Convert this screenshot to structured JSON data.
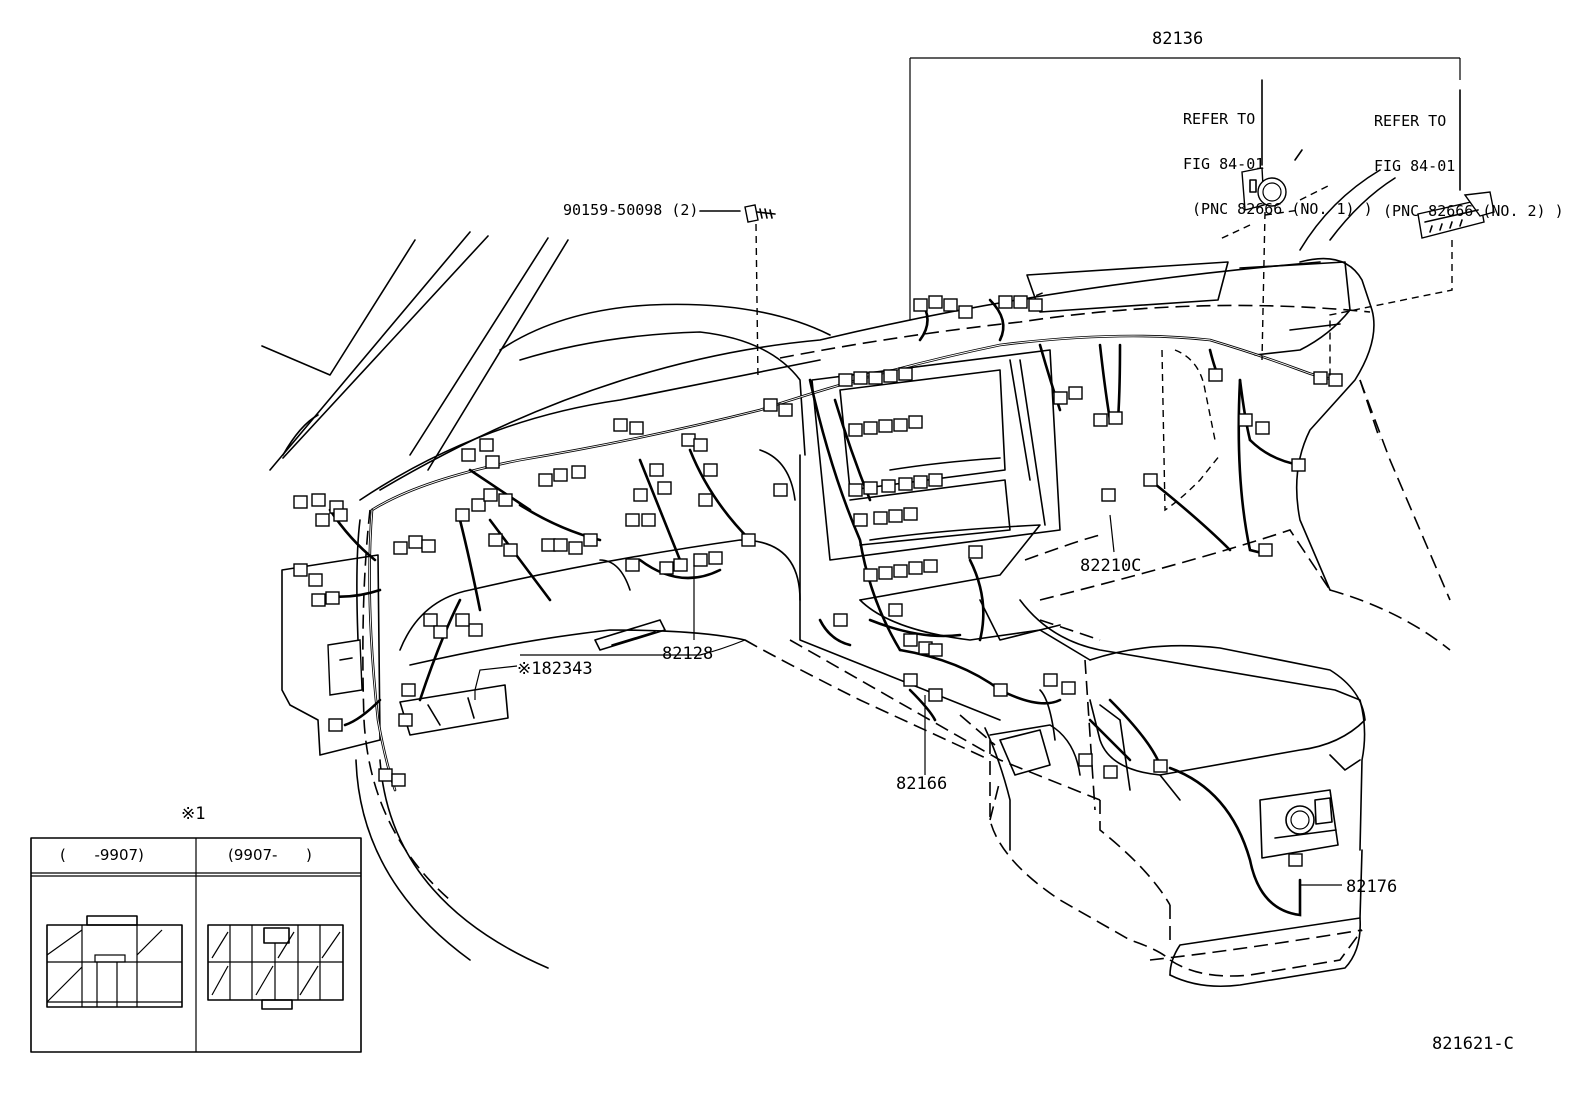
{
  "figure_id": "821621-C",
  "callouts": {
    "harness_82136": "82136",
    "bolt": "90159-50098 (2)",
    "harness_82128": "82128",
    "harness_182343": "※182343",
    "relay_82210c": "82210C",
    "harness_82166": "82166",
    "harness_82176": "82176"
  },
  "refer_1": {
    "line1": "REFER TO",
    "line2": "FIG 84-01",
    "line3": " (PNC 82666 (NO. 1) )"
  },
  "refer_2": {
    "line1": "REFER TO",
    "line2": "FIG 84-01",
    "line3": " (PNC 82666 (NO. 2) )"
  },
  "connector_table": {
    "marker": "※1",
    "columns": [
      "(      -9907)",
      "(9907-      )"
    ]
  }
}
